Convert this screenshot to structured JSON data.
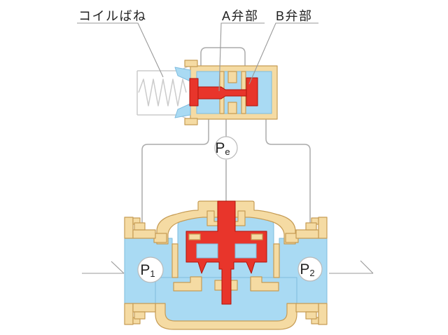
{
  "diagram": {
    "labels": {
      "coil_spring": "コイルばね",
      "valve_a": "A弁部",
      "valve_b": "B弁部",
      "pe": {
        "main": "P",
        "sub": "e"
      },
      "p1": {
        "main": "P",
        "sub": "1"
      },
      "p2": {
        "main": "P",
        "sub": "2"
      }
    },
    "colors": {
      "body_tan": "#F5DBA3",
      "body_tan_stroke": "#C69C55",
      "fluid_blue": "#A9DAF3",
      "fluid_blue_stroke": "#7FBCDE",
      "valve_red": "#E8352B",
      "valve_red_stroke": "#B01208",
      "pipe_gray": "#ABABAB",
      "leader_gray": "#999999",
      "spring_gray": "#CBCBCB",
      "text_color": "#222222",
      "background": "#FFFFFF"
    }
  }
}
